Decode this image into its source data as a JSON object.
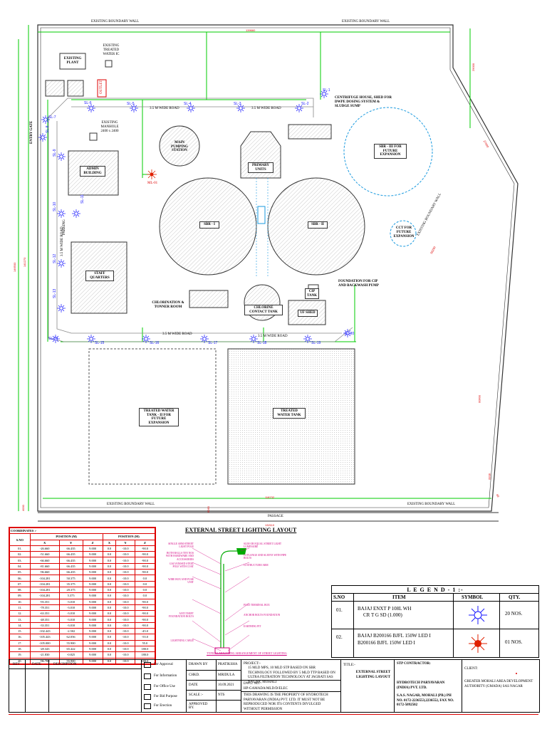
{
  "drawing": {
    "boundary_wall_top_left": "EXISTING BOUNDARY WALL",
    "boundary_wall_top_right": "EXISTING BOUNDARY WALL",
    "boundary_wall_bottom_left": "EXISTING BOUNDARY WALL",
    "boundary_wall_bottom_right": "EXISTING BOUNDARY WALL",
    "boundary_wall_diag": "EXISTING BOUNDARY WALL",
    "passage": "PASSAGE",
    "entry_gate": "ENTRY GATE",
    "road_top_left": "3.5 M WIDE ROAD",
    "road_top_right": "3.5 M WIDE ROAD",
    "road_bottom_left": "3.5 M WIDE ROAD",
    "road_bottom_right": "3.5 M WIDE ROAD",
    "road_left": "3.5 M WIDE ROAD",
    "parking": "PARKING",
    "buildings": {
      "existing_plant": "EXISTING PLANT",
      "existing_treated_water_ic": "EXISTING TREATED WATER IC",
      "existing_manhole": "EXISTING MANHOLE 2400 x 2400",
      "outlet": "OUTLET",
      "main_pumping_station": "MAIN PUMPING STATION",
      "admin_building": "ADMIN BUILDING",
      "primary_units": "PRIMARY UNITS",
      "sbr_1": "SBR - I",
      "sbr_2": "SBR - II",
      "sbr_3": "SBR - III FOR FUTURE EXPANSION",
      "centrifuge": "CENTRIFUGE HOUSE, SHED FOR DWPE DOSING SYSTEM & SLUDGE SUMP",
      "cct_future": "CCT FOR FUTURE EXPANSION",
      "staff_quarters": "STAFF QUARTERS",
      "chlorination": "CHLORINATION & TONNER ROOM",
      "chlorine_contact": "CHLORINE CONTACT TANK",
      "cip_tank": "CIP TANK",
      "foundation": "FOUNDATION FOR CIP AND BACKWASH PUMP",
      "uf_shed": "UF SHED",
      "treated_water_tank_2": "TREATED WATER TANK - II FOR FUTURE EXPANSION",
      "treated_water_tank": "TREATED WATER TANK",
      "ml_01": "ML-01"
    },
    "dims": {
      "top": "139660",
      "right_top": "29000",
      "right_diag_1": "27400",
      "right_diag_2": "56290",
      "right_lower": "59830",
      "right_small": "6930",
      "right_mid": "60",
      "bottom_inner": "118732",
      "bottom_outer": "132110",
      "left_outer": "146500",
      "left_inner": "141270",
      "left_small": "4000",
      "passage_w": "6060"
    },
    "street_lights": [
      "SL-1",
      "SL-2",
      "SL-3",
      "SL-4",
      "SL-5",
      "SL-6",
      "SL-7",
      "SL-8",
      "SL-9",
      "SL-10",
      "SL-11",
      "SL-12",
      "SL-13",
      "SL-14",
      "SL-15",
      "SL-16",
      "SL-17",
      "SL-18",
      "SL-19",
      "SL-20"
    ]
  },
  "coordinates": {
    "title": "COORDINATES :-",
    "headers": [
      "S.NO",
      "POSITION (M)",
      "POSITION (M)"
    ],
    "sub_headers": [
      "X",
      "Y",
      "Z",
      "X",
      "Y",
      "Z"
    ],
    "rows": [
      [
        "01.",
        "-26.660",
        "66.435",
        "9.000",
        "0.0",
        "-10.0",
        "-90.0"
      ],
      [
        "02.",
        "-51.660",
        "66.435",
        "9.000",
        "0.0",
        "-10.0",
        "-90.0"
      ],
      [
        "03.",
        "-66.660",
        "66.435",
        "9.000",
        "0.0",
        "-10.0",
        "-90.0"
      ],
      [
        "04.",
        "-81.660",
        "66.435",
        "9.000",
        "0.0",
        "-10.0",
        "-90.0"
      ],
      [
        "05.",
        "-96.660",
        "66.435",
        "9.000",
        "0.0",
        "-10.0",
        "-90.0"
      ],
      [
        "06.",
        "-104.281",
        "50.375",
        "9.000",
        "0.0",
        "-10.0",
        "0.0"
      ],
      [
        "07.",
        "-104.281",
        "35.375",
        "9.000",
        "0.0",
        "-10.0",
        "0.0"
      ],
      [
        "08.",
        "-104.281",
        "20.375",
        "9.000",
        "0.0",
        "-10.0",
        "0.0"
      ],
      [
        "09.",
        "-104.281",
        "5.375",
        "9.000",
        "0.0",
        "-10.0",
        "0.0"
      ],
      [
        "10.",
        "-93.351",
        "-3.010",
        "9.000",
        "0.0",
        "-10.0",
        "-90.0"
      ],
      [
        "11.",
        "-78.351",
        "-3.010",
        "9.000",
        "0.0",
        "-10.0",
        "-90.0"
      ],
      [
        "12.",
        "-63.351",
        "-3.010",
        "9.000",
        "0.0",
        "-10.0",
        "-90.0"
      ],
      [
        "13.",
        "-48.351",
        "-3.010",
        "9.000",
        "0.0",
        "-10.0",
        "-90.0"
      ],
      [
        "14.",
        "-33.351",
        "-3.010",
        "9.000",
        "0.0",
        "-10.0",
        "-90.0"
      ],
      [
        "15.",
        "-102.443",
        "-2.502",
        "9.000",
        "0.0",
        "-10.0",
        "-45.0"
      ],
      [
        "16.",
        "-105.443",
        "62.056",
        "9.000",
        "0.0",
        "-10.0",
        "-55.0"
      ],
      [
        "17.",
        "-105.000",
        "55.900",
        "9.000",
        "0.0",
        "-10.0",
        "55.0"
      ],
      [
        "18.",
        "-28.343",
        "65.422",
        "9.000",
        "0.0",
        "-10.0",
        "180.0"
      ],
      [
        "19.",
        "-21.830",
        "-0.825",
        "9.000",
        "0.0",
        "-10.0",
        "180.0"
      ],
      [
        "20.",
        "-96.700",
        "55.900",
        "9.000",
        "0.0",
        "-10.0",
        "180.0"
      ]
    ]
  },
  "detail": {
    "title": "EXTERNAL STREET LIGHTING LAYOUT",
    "notes_left": [
      "SINGLE ARM STREET LIGHT POLE",
      "BOTH BALLS TEN NOS WITH HARDWARE AND ACCESSORIES",
      "GALVANISED STEEL POLE WITH COAT",
      "WIRE BOX AND FUSE UNIT",
      "ANTI THEFT FOUNDATION BOLTS",
      "LIGHTNING CABLE"
    ],
    "notes_right": [
      "SLIM OR EQUAL STREET LIGHT LUMINAIRE",
      "GI FLANGE AND SLEEVE WITH PIPE BOLTS",
      "GI STRUCTURE ARM",
      "POLE TERMINAL BOX",
      "ANCHOR BOLTS FOUNDATION",
      "EARTHING PIT"
    ],
    "footnote": "TYPICAL MOUNTING ARRANGEMENT OF STREET LIGHTING"
  },
  "legend": {
    "title": "L E G E N D  - 1 :-",
    "headers": [
      "S.NO",
      "ITEM",
      "SYMBOL",
      "QTY."
    ],
    "rows": [
      {
        "sno": "01.",
        "item_1": "BAJAJ ENXT P 108L WH",
        "item_2": "CR T G SD (1.000)",
        "qty": "20 NOS."
      },
      {
        "sno": "02.",
        "item_1": "BAJAJ B200166 BJFL 150W LED I",
        "item_2": "B200166 BJFL 150W LED I",
        "qty": "01 NOS."
      }
    ],
    "colors": {
      "led1": "#1a1aff",
      "led2": "#e02000"
    }
  },
  "title_block": {
    "rev": "REV",
    "date": "DATE",
    "description": "DESCRIPTION",
    "for_approval": "For Approval",
    "for_information": "For Information",
    "for_office_use": "For Office Use",
    "for_bid_purpose": "For Bid Purpose",
    "for_erection": "For Erection",
    "drawn_by": "DRAWN BY",
    "drawn_by_val": "PRATIKSHA",
    "chkd": "CHKD.",
    "chkd_val": "MRIDULA",
    "date_label": "DATE",
    "date_val": "10.09.2021",
    "scale": "SCALE :-",
    "scale_val": "NTS",
    "approved": "APPROVED BY.",
    "project_label": "PROJECT:-",
    "project_text": "15 MLD MPS, 10 MLD STP BASED ON SBR TECHNOLOGY FOLLOWED BY 5 MLD TTP BASED ON ULTRA FILTRATION TECHNOLOGY AT JAGRATI SAS NAGAR, MOHALI",
    "dwg_no": "DWG. NO.",
    "dwg_val": "HP-GAMADA/MLD/D/ELEC",
    "property_note": "THIS DRAWING IS THE PROPERTY OF HYDROTECH PARYAVARAN (INDIA) PVT. LTD. IT MUST NOT BE REPRODUCED NOR ITS CONTENTS DIVULGED WITHOUT PERMISSION",
    "title_label": "TITLE:-",
    "title_val": "EXTERNAL STREET LIGHTING LAYOUT",
    "contractor_label": "STP CONTRACTOR:",
    "contractor": "HYDROTECH PARYAVARAN (INDIA) PVT. LTD.",
    "address": "S.A.S. NAGAR, MOHALI (PB.) PH NO. 0172-2236553,2236552, FAX NO. 0172-5092502",
    "client_label": "CLIENT:",
    "client": "GREATER MOHALI AREA DEVELOPMENT AUTHORITY (GMADA) SAS NAGAR"
  }
}
